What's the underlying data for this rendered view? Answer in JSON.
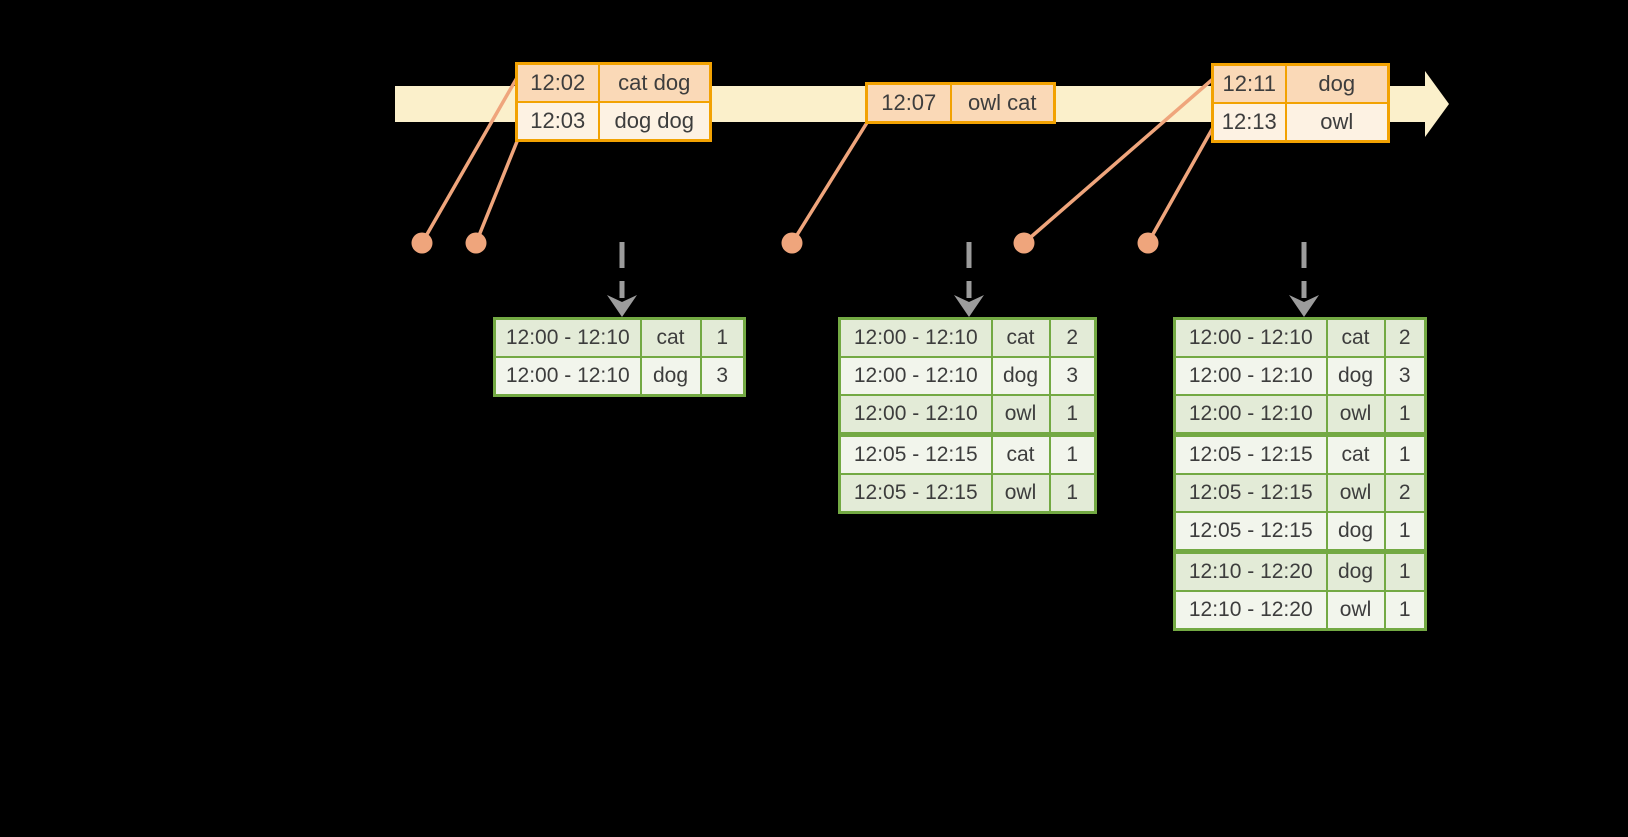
{
  "background": "#000000",
  "palette": {
    "timeline_band": "#fbf0cb",
    "event_table_border": "#f2a202",
    "event_row_dark": "#fad9b7",
    "event_row_light": "#fdf2e3",
    "connector": "#efa57c",
    "trigger_arrow": "#9c9c9c",
    "result_table_border": "#73a943",
    "result_row_dark": "#e3ebd7",
    "result_row_light": "#f2f5ec",
    "text": "#3d3d3d"
  },
  "timeline": {
    "event_tables": [
      {
        "rows": [
          {
            "time": "12:02",
            "words": "cat dog"
          },
          {
            "time": "12:03",
            "words": "dog dog"
          }
        ]
      },
      {
        "rows": [
          {
            "time": "12:07",
            "words": "owl cat"
          }
        ]
      },
      {
        "rows": [
          {
            "time": "12:11",
            "words": "dog"
          },
          {
            "time": "12:13",
            "words": "owl"
          }
        ]
      }
    ]
  },
  "result_tables": [
    {
      "rows": [
        {
          "window": "12:00 - 12:10",
          "word": "cat",
          "count": "1"
        },
        {
          "window": "12:00 - 12:10",
          "word": "dog",
          "count": "3"
        }
      ]
    },
    {
      "rows": [
        {
          "window": "12:00 - 12:10",
          "word": "cat",
          "count": "2"
        },
        {
          "window": "12:00 - 12:10",
          "word": "dog",
          "count": "3"
        },
        {
          "window": "12:00 - 12:10",
          "word": "owl",
          "count": "1"
        },
        {
          "window": "12:05 - 12:15",
          "word": "cat",
          "count": "1"
        },
        {
          "window": "12:05 - 12:15",
          "word": "owl",
          "count": "1"
        }
      ]
    },
    {
      "rows": [
        {
          "window": "12:00 - 12:10",
          "word": "cat",
          "count": "2"
        },
        {
          "window": "12:00 - 12:10",
          "word": "dog",
          "count": "3"
        },
        {
          "window": "12:00 - 12:10",
          "word": "owl",
          "count": "1"
        },
        {
          "window": "12:05 - 12:15",
          "word": "cat",
          "count": "1"
        },
        {
          "window": "12:05 - 12:15",
          "word": "owl",
          "count": "2"
        },
        {
          "window": "12:05 - 12:15",
          "word": "dog",
          "count": "1"
        },
        {
          "window": "12:10 - 12:20",
          "word": "dog",
          "count": "1"
        },
        {
          "window": "12:10 - 12:20",
          "word": "owl",
          "count": "1"
        }
      ]
    }
  ]
}
